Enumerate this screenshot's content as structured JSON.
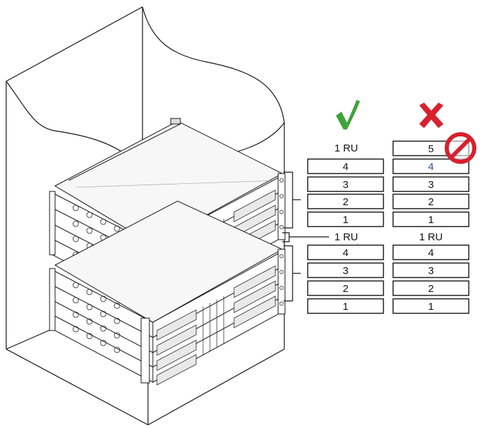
{
  "colors": {
    "check": "#3fa33c",
    "cross": "#d8202f",
    "prohibited": "#d8202f",
    "highlight_text": "#2f4a9c"
  },
  "icons": {
    "correct": "check-mark-icon",
    "incorrect": "cross-mark-icon",
    "prohibited": "prohibited-icon"
  },
  "correct_column": {
    "top_spacer": "1 RU",
    "upper_units": [
      "4",
      "3",
      "2",
      "1"
    ],
    "middle_spacer": "1 RU",
    "lower_units": [
      "4",
      "3",
      "2",
      "1"
    ]
  },
  "incorrect_column": {
    "top_units": [
      "5",
      "4",
      "3",
      "2",
      "1"
    ],
    "middle_spacer": "1 RU",
    "lower_units": [
      "4",
      "3",
      "2",
      "1"
    ]
  }
}
